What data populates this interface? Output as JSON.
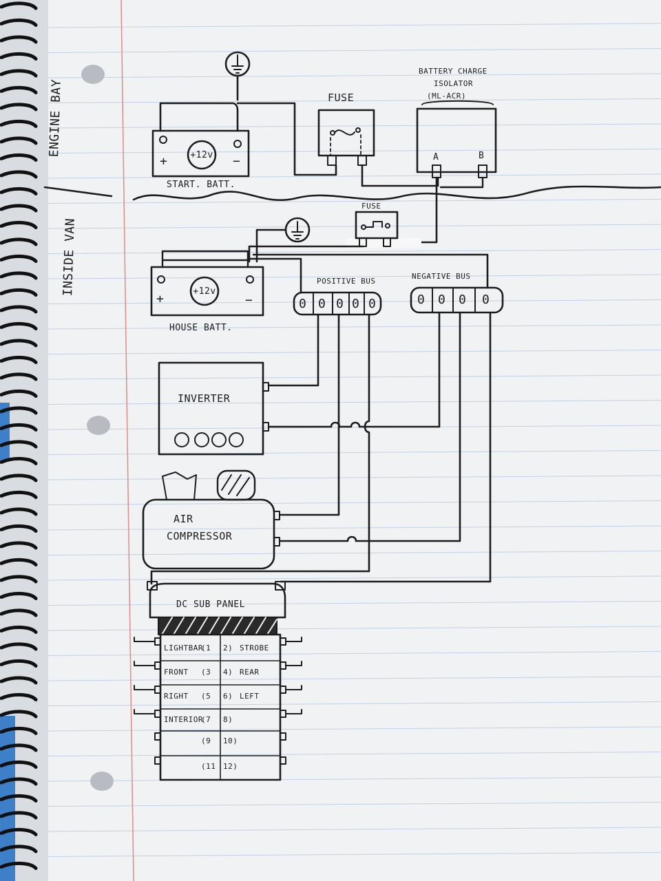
{
  "sections": {
    "engine_bay": "ENGINE BAY",
    "inside_van": "INSIDE VAN"
  },
  "components": {
    "start_battery": {
      "label": "START. BATT.",
      "voltage": "+12v",
      "pos": "+",
      "neg": "−"
    },
    "fuse_engine": {
      "label": "FUSE"
    },
    "isolator": {
      "line1": "BATTERY CHARGE",
      "line2": "ISOLATOR",
      "line3": "(ML-ACR)",
      "terminal_a": "A",
      "terminal_b": "B"
    },
    "fuse_inside": {
      "label": "FUSE"
    },
    "house_battery": {
      "label": "HOUSE BATT.",
      "voltage": "+12v",
      "pos": "+",
      "neg": "−"
    },
    "positive_bus": {
      "label": "POSITIVE BUS",
      "terminals": [
        "0",
        "0",
        "0",
        "0",
        "0"
      ]
    },
    "negative_bus": {
      "label": "NEGATIVE BUS",
      "terminals": [
        "0",
        "0",
        "0",
        "0"
      ]
    },
    "inverter": {
      "label": "INVERTER"
    },
    "air_compressor": {
      "line1": "AIR",
      "line2": "COMPRESSOR"
    },
    "dc_sub_panel": {
      "title": "DC SUB PANEL",
      "rows": [
        {
          "left": "LIGHTBAR",
          "num_left": "(1",
          "num_right": "2)",
          "right": "STROBE"
        },
        {
          "left": "FRONT",
          "num_left": "(3",
          "num_right": "4)",
          "right": "REAR"
        },
        {
          "left": "RIGHT",
          "num_left": "(5",
          "num_right": "6)",
          "right": "LEFT"
        },
        {
          "left": "INTERIOR",
          "num_left": "(7",
          "num_right": "8)",
          "right": ""
        },
        {
          "left": "",
          "num_left": "(9",
          "num_right": "10)",
          "right": ""
        },
        {
          "left": "",
          "num_left": "(11",
          "num_right": "12)",
          "right": ""
        }
      ]
    }
  },
  "colors": {
    "ink": "#1c1c1c",
    "paper": "#f1f2f4",
    "rule": "#9fb3d6",
    "margin": "#e08a8a"
  }
}
